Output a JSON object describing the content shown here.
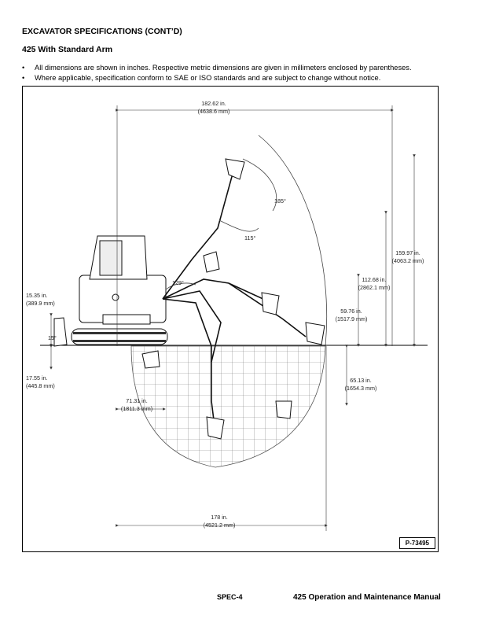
{
  "heading": "EXCAVATOR SPECIFICATIONS (CONT’D)",
  "subheading": "425 With Standard Arm",
  "bullets": [
    "All dimensions are shown in inches. Respective metric dimensions are given in millimeters enclosed by parentheses.",
    "Where applicable, specification conform to SAE or ISO standards and are subject to change without notice."
  ],
  "figure": {
    "ref": "P-73495",
    "dimensions": {
      "reach_total_in": "182.62 in.",
      "reach_total_mm": "(4638.6 mm)",
      "max_height_in": "159.97 in.",
      "max_height_mm": "(4063.2 mm)",
      "dump_height_in": "112.68 in.",
      "dump_height_mm": "(2862.1 mm)",
      "height_b_in": "59.76 in.",
      "height_b_mm": "(1517.9 mm)",
      "dig_depth_in": "65.13 in.",
      "dig_depth_mm": "(1654.3 mm)",
      "blade_height_in": "15.35 in.",
      "blade_height_mm": "(389.9 mm)",
      "blade_depth_in": "17.55 in.",
      "blade_depth_mm": "(445.8 mm)",
      "min_swing_in": "71.31 in.",
      "min_swing_mm": "(1811.3 mm)",
      "bottom_reach_in": "178 in.",
      "bottom_reach_mm": "(4521.2 mm)",
      "angle_185": "185°",
      "angle_115": "115°",
      "angle_129": "129°",
      "angle_15": "15°"
    }
  },
  "footer": {
    "code": "SPEC-4",
    "title": "425 Operation and Maintenance Manual"
  }
}
